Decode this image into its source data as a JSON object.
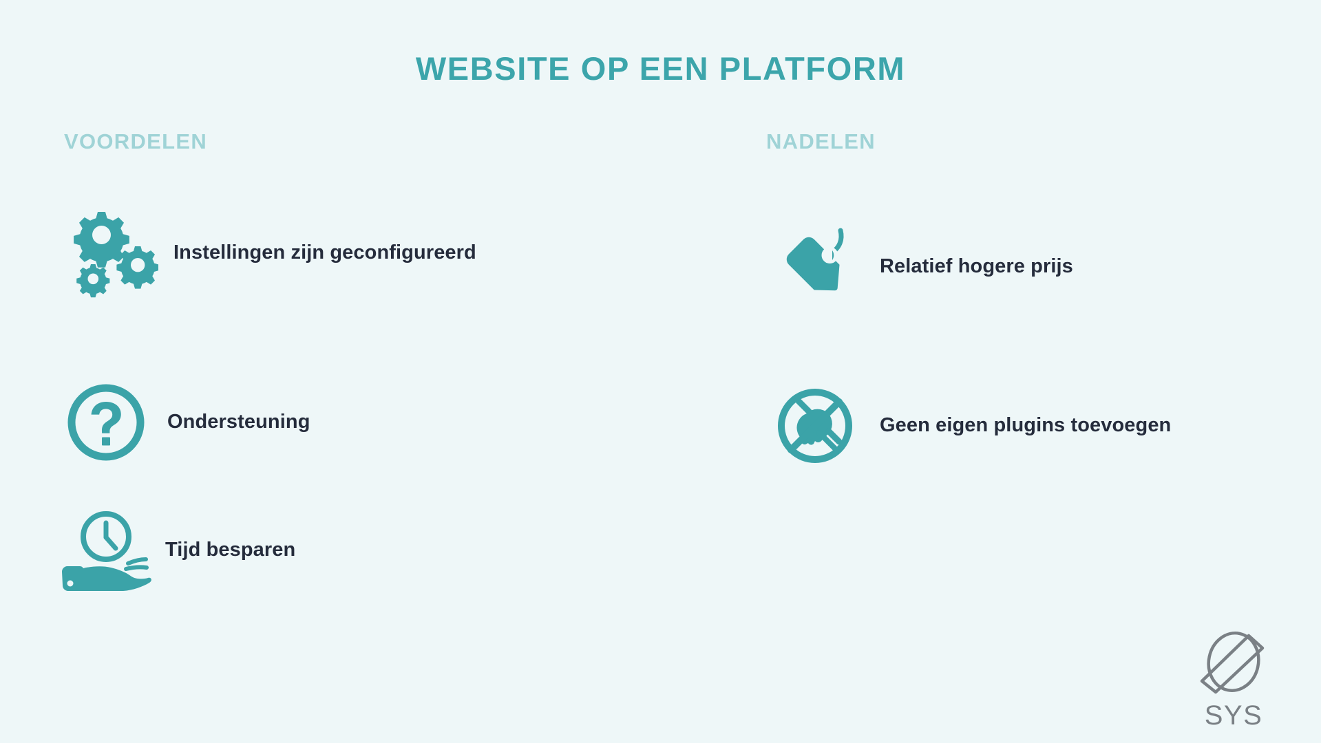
{
  "page": {
    "title": "WEBSITE OP EEN PLATFORM",
    "background_color": "#eef7f8",
    "accent_color": "#3ca5ab",
    "muted_accent_color": "#9fd3d6",
    "text_color": "#252c3c",
    "logo_color": "#7a8085"
  },
  "columns": {
    "pros": {
      "header": "VOORDELEN",
      "items": [
        {
          "icon": "gears-icon",
          "label": "Instellingen zijn geconfigureerd"
        },
        {
          "icon": "question-mark-circle-icon",
          "label": "Ondersteuning"
        },
        {
          "icon": "hand-holding-clock-icon",
          "label": "Tijd besparen"
        }
      ]
    },
    "cons": {
      "header": "NADELEN",
      "items": [
        {
          "icon": "price-tag-icon",
          "label": "Relatief hogere prijs"
        },
        {
          "icon": "no-plugin-icon",
          "label": "Geen eigen plugins toevoegen"
        }
      ]
    }
  },
  "logo": {
    "mark": "sys-ellipse-slash-logo-icon",
    "text": "SYS"
  }
}
